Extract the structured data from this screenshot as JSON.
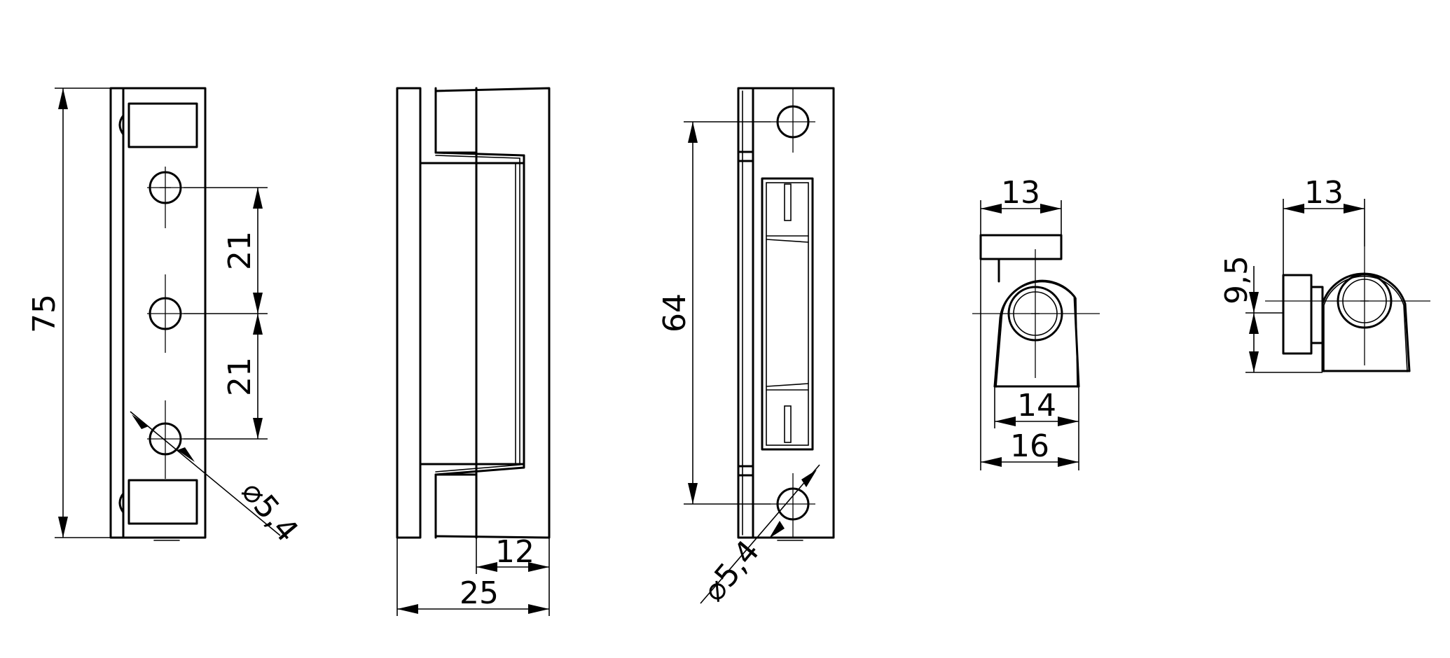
{
  "dimensions": {
    "height_total": "75",
    "hole_spacing_upper": "21",
    "hole_spacing_lower": "21",
    "hole_diameter_left": "⌀5,4",
    "depth_inner": "12",
    "depth_total": "25",
    "hole_pitch": "64",
    "hole_diameter_right": "⌀5,4",
    "width_top_a": "13",
    "width_body": "14",
    "width_total": "16",
    "width_top_b": "13",
    "axis_height": "9,5"
  }
}
